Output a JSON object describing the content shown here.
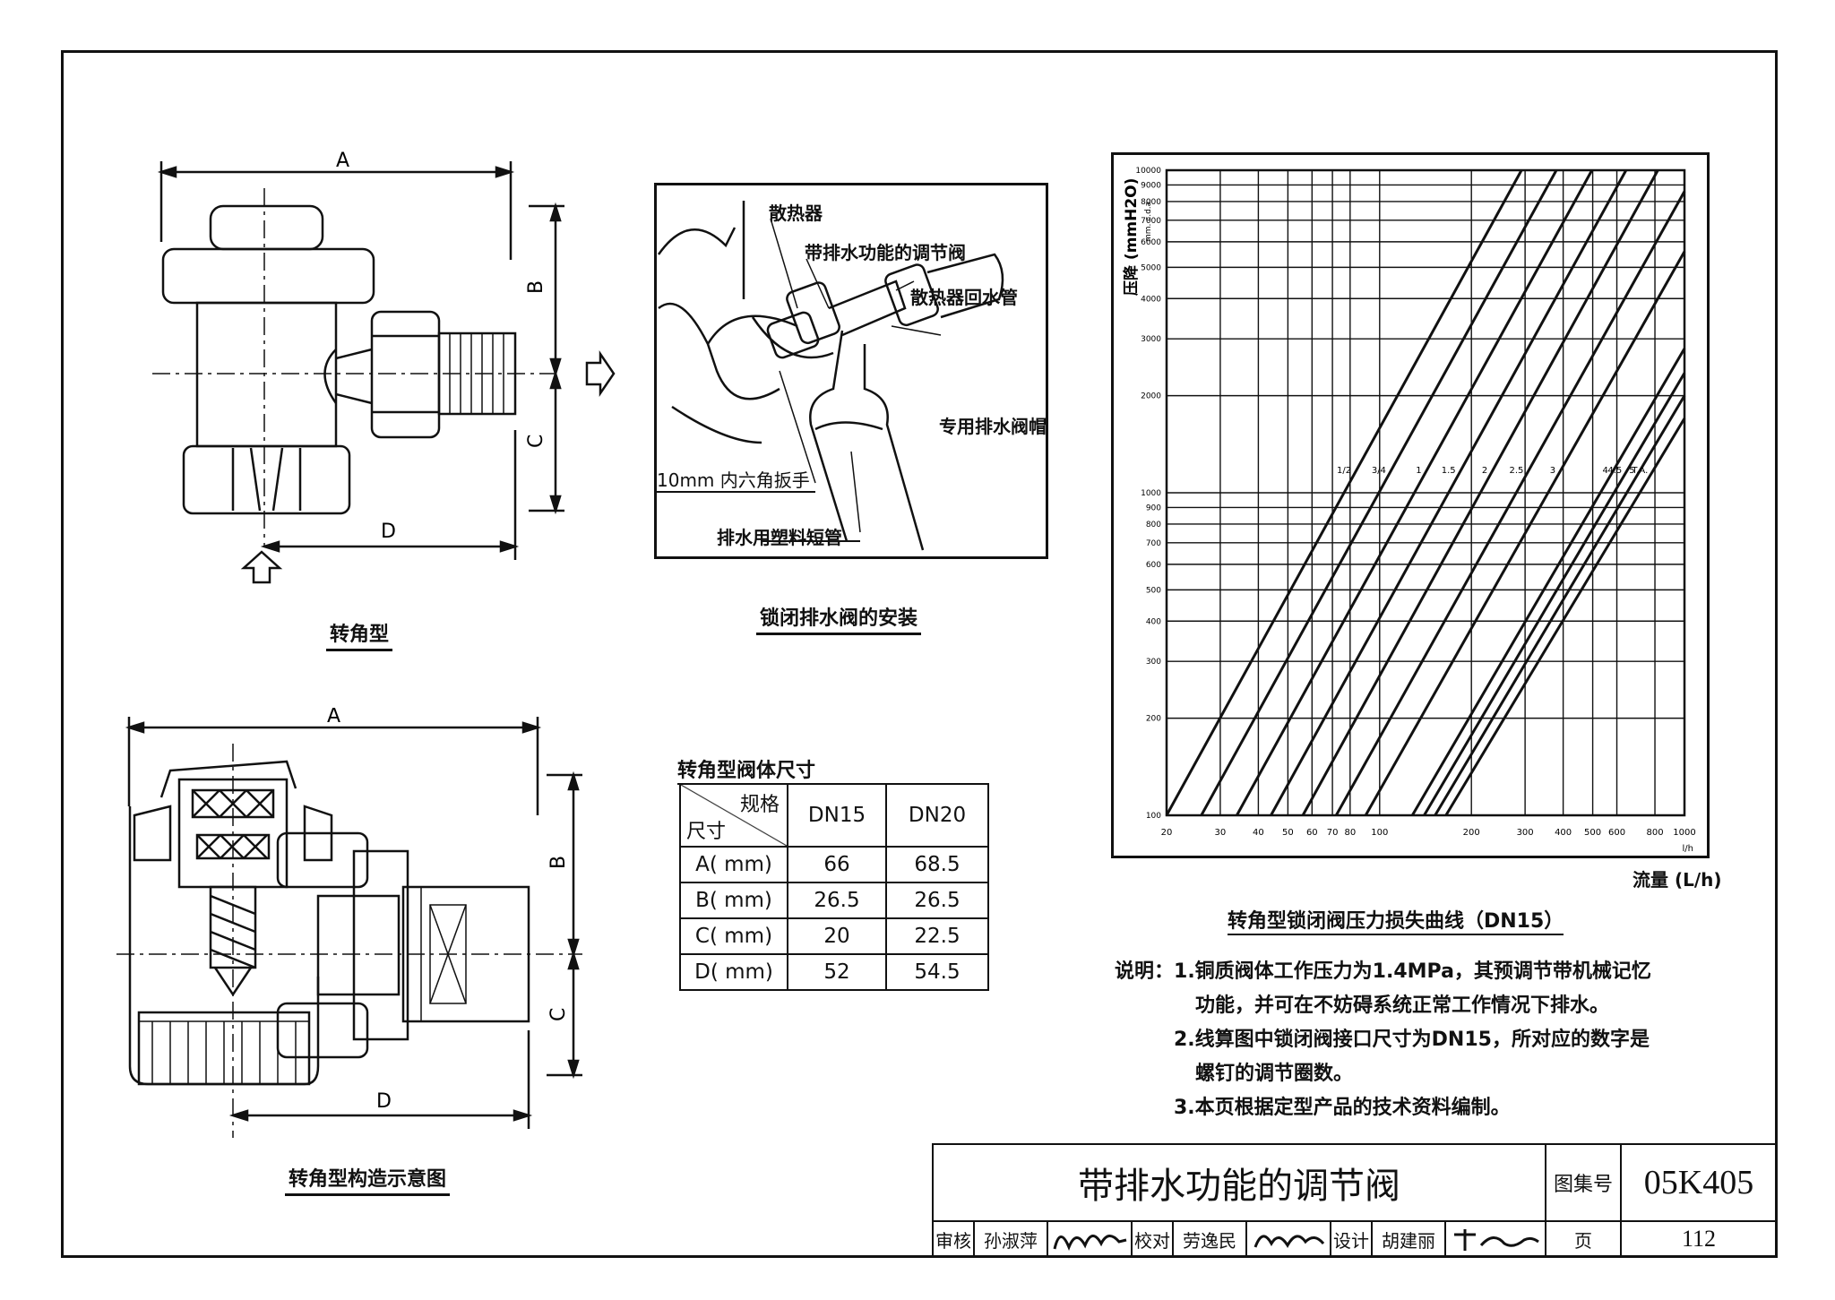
{
  "drawing_a": {
    "dim_a": "A",
    "dim_b": "B",
    "dim_c": "C",
    "dim_d": "D",
    "caption": "转角型"
  },
  "drawing_b": {
    "caption": "锁闭排水阀的安装",
    "labels": {
      "radiator": "散热器",
      "valve": "带排水功能的调节阀",
      "return_pipe": "散热器回水管",
      "cap": "专用排水阀帽",
      "wrench": "10mm 内六角扳手",
      "drain_pipe": "排水用塑料短管"
    }
  },
  "drawing_c": {
    "dim_a": "A",
    "dim_b": "B",
    "dim_c": "C",
    "dim_d": "D",
    "caption": "转角型构造示意图"
  },
  "dim_table": {
    "title": "转角型阀体尺寸",
    "corner_top": "规格",
    "corner_bottom": "尺寸",
    "columns": [
      "DN15",
      "DN20"
    ],
    "rows": [
      {
        "label": "A( mm)",
        "values": [
          "66",
          "68.5"
        ]
      },
      {
        "label": "B( mm)",
        "values": [
          "26.5",
          "26.5"
        ]
      },
      {
        "label": "C( mm)",
        "values": [
          "20",
          "22.5"
        ]
      },
      {
        "label": "D( mm)",
        "values": [
          "52",
          "54.5"
        ]
      }
    ]
  },
  "chart_data": {
    "type": "line",
    "title": "转角型锁闭阀压力损失曲线（DN15）",
    "ylabel": "压降 (mmH2O)",
    "ylabel_small": "mm. c.d.a.",
    "xlabel": "流量 (L/h)",
    "x_unit": "l/h",
    "x_scale": "log",
    "y_scale": "log",
    "xlim": [
      20,
      1000
    ],
    "ylim": [
      100,
      10000
    ],
    "x_ticks": [
      20,
      30,
      40,
      50,
      60,
      70,
      80,
      100,
      200,
      300,
      400,
      500,
      600,
      800,
      1000
    ],
    "x_tick_labels": [
      "20",
      "30",
      "40",
      "50",
      "60",
      "70",
      "80",
      "100",
      "200",
      "300",
      "400",
      "500",
      "600",
      "800",
      "1000"
    ],
    "y_ticks": [
      100,
      200,
      300,
      400,
      500,
      600,
      700,
      800,
      900,
      1000,
      2000,
      3000,
      4000,
      5000,
      6000,
      7000,
      8000,
      9000,
      10000
    ],
    "y_tick_labels": [
      "100",
      "200",
      "300",
      "400",
      "500",
      "600",
      "700",
      "800",
      "900",
      "1000",
      "2000",
      "3000",
      "4000",
      "5000",
      "6000",
      "7000",
      "8000",
      "9000",
      "10000"
    ],
    "grid": true,
    "series": [
      {
        "name": "1/2",
        "x": [
          20,
          292
        ],
        "y": [
          100,
          10000
        ]
      },
      {
        "name": "3/4",
        "x": [
          26,
          380
        ],
        "y": [
          100,
          10000
        ]
      },
      {
        "name": "1",
        "x": [
          34,
          497
        ],
        "y": [
          100,
          10000
        ]
      },
      {
        "name": "1.5",
        "x": [
          44,
          643
        ],
        "y": [
          100,
          10000
        ]
      },
      {
        "name": "2",
        "x": [
          56,
          818
        ],
        "y": [
          100,
          10000
        ]
      },
      {
        "name": "2.5",
        "x": [
          72,
          1000
        ],
        "y": [
          100,
          8600
        ]
      },
      {
        "name": "3",
        "x": [
          90,
          1000
        ],
        "y": [
          100,
          5600
        ]
      },
      {
        "name": "4",
        "x": [
          128,
          1000
        ],
        "y": [
          100,
          2800
        ]
      },
      {
        "name": "4.5",
        "x": [
          140,
          1000
        ],
        "y": [
          100,
          2350
        ]
      },
      {
        "name": "5",
        "x": [
          152,
          1000
        ],
        "y": [
          100,
          2000
        ]
      },
      {
        "name": "T.A.",
        "x": [
          165,
          1000
        ],
        "y": [
          100,
          1700
        ]
      }
    ]
  },
  "notes": {
    "prefix": "说明：",
    "items": [
      "1.铜质阀体工作压力为1.4MPa，其预调节带机械记忆",
      "功能，并可在不妨碍系统正常工作情况下排水。",
      "2.线算图中锁闭阀接口尺寸为DN15，所对应的数字是",
      "螺钉的调节圈数。",
      "3.本页根据定型产品的技术资料编制。"
    ]
  },
  "title_block": {
    "title": "带排水功能的调节阀",
    "atlas_label": "图集号",
    "atlas_no": "05K405",
    "page_label": "页",
    "page_no": "112",
    "review_label": "审核",
    "reviewer": "孙淑萍",
    "check_label": "校对",
    "checker": "劳逸民",
    "design_label": "设计",
    "designer": "胡建丽"
  }
}
